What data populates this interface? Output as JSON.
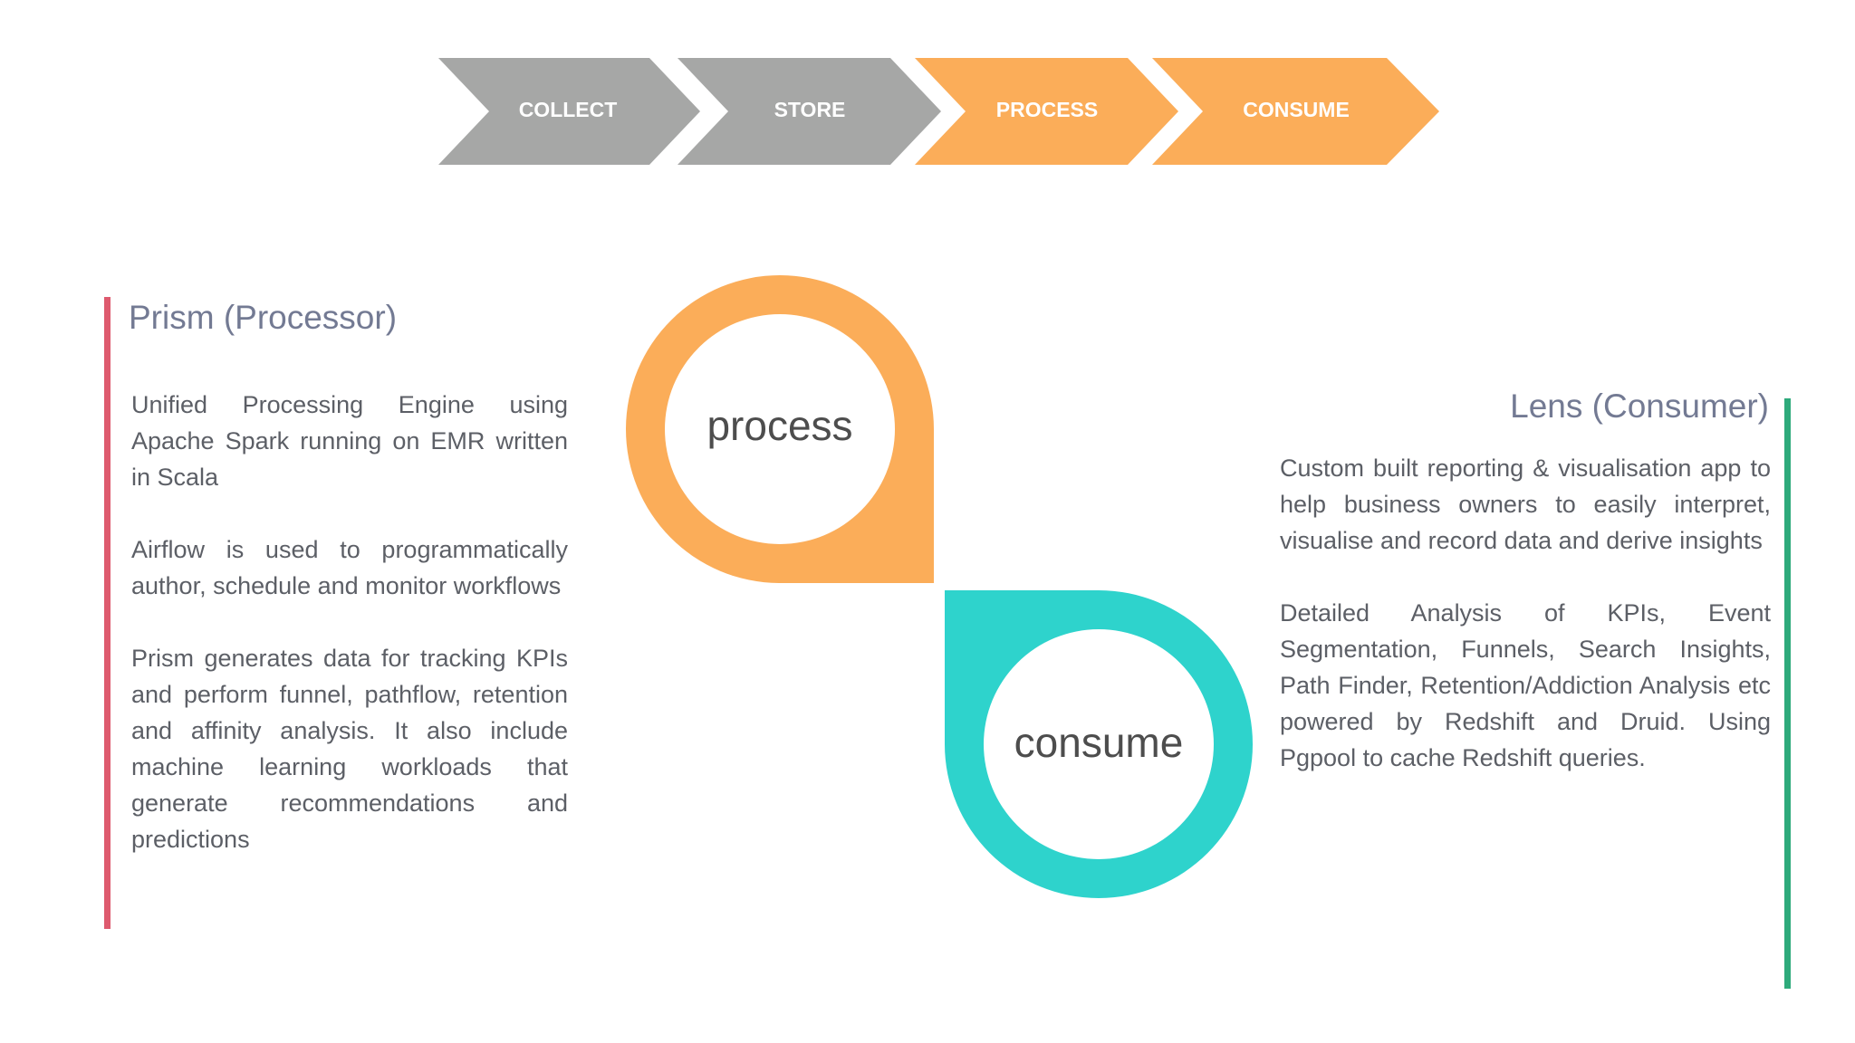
{
  "colors": {
    "gray": "#a6a7a6",
    "orange": "#fbad59",
    "teal": "#2ed3cc",
    "red_bar": "#de5a6e",
    "green_bar": "#2eaa7b",
    "title_text": "#737a93",
    "body_text": "#5c5f66"
  },
  "steps": [
    {
      "label": "COLLECT",
      "color": "gray"
    },
    {
      "label": "STORE",
      "color": "gray"
    },
    {
      "label": "PROCESS",
      "color": "orange"
    },
    {
      "label": "CONSUME",
      "color": "orange"
    }
  ],
  "prism": {
    "title": "Prism (Processor)",
    "paragraphs": [
      "Unified Processing Engine using Apache Spark running on EMR written in Scala",
      "Airflow is used to programmatically author, schedule and monitor workflows",
      "Prism generates data for tracking KPIs and perform funnel, pathflow, retention and affinity analysis. It also include machine learning workloads that generate recommendations and predictions"
    ]
  },
  "lens": {
    "title": "Lens (Consumer)",
    "paragraphs": [
      "Custom built reporting & visualisation app to help business owners to easily interpret, visualise and record data and derive insights",
      "Detailed Analysis of KPIs, Event Segmentation, Funnels, Search Insights, Path Finder, Retention/Addiction Analysis etc powered by Redshift and Druid. Using Pgpool to cache Redshift queries."
    ]
  },
  "shapes": {
    "process_label": "process",
    "consume_label": "consume"
  }
}
